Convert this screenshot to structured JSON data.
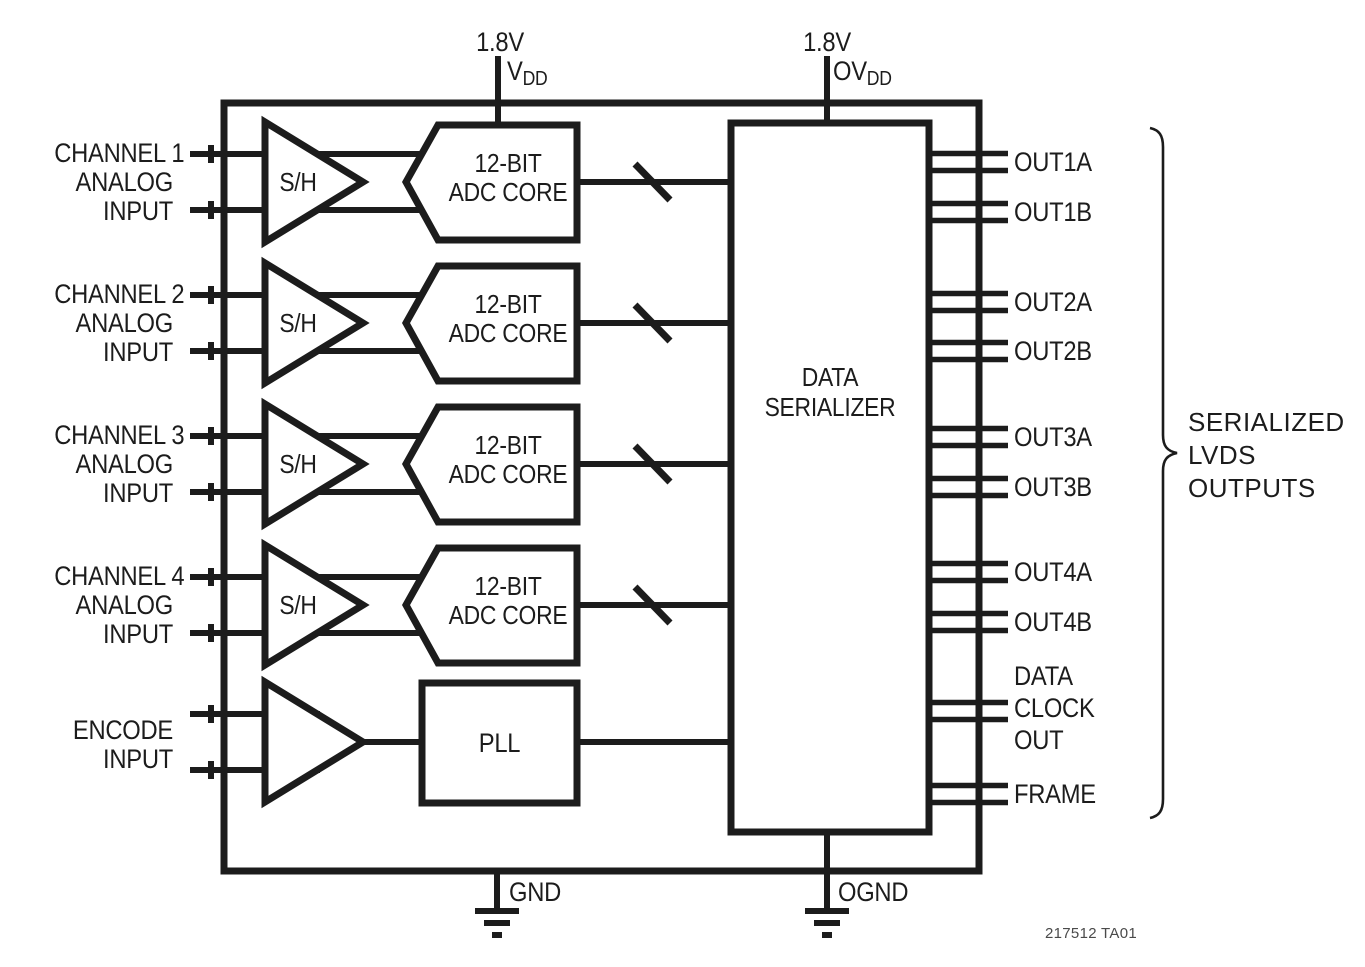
{
  "power": {
    "vdd": {
      "voltage": "1.8V",
      "name": "V",
      "sub": "DD"
    },
    "ovdd": {
      "voltage": "1.8V",
      "name": "OV",
      "sub": "DD"
    }
  },
  "grounds": {
    "gnd": "GND",
    "ognd": "OGND"
  },
  "channels": [
    {
      "label": [
        "CHANNEL 1",
        "ANALOG",
        "INPUT"
      ],
      "amp": "S/H",
      "adc": [
        "12-BIT",
        "ADC CORE"
      ]
    },
    {
      "label": [
        "CHANNEL 2",
        "ANALOG",
        "INPUT"
      ],
      "amp": "S/H",
      "adc": [
        "12-BIT",
        "ADC CORE"
      ]
    },
    {
      "label": [
        "CHANNEL 3",
        "ANALOG",
        "INPUT"
      ],
      "amp": "S/H",
      "adc": [
        "12-BIT",
        "ADC CORE"
      ]
    },
    {
      "label": [
        "CHANNEL 4",
        "ANALOG",
        "INPUT"
      ],
      "amp": "S/H",
      "adc": [
        "12-BIT",
        "ADC CORE"
      ]
    }
  ],
  "encode": {
    "label": [
      "ENCODE",
      "INPUT"
    ],
    "pll": "PLL"
  },
  "serializer": {
    "label": [
      "DATA",
      "SERIALIZER"
    ]
  },
  "outputs": {
    "pairs": [
      "OUT1A",
      "OUT1B",
      "OUT2A",
      "OUT2B",
      "OUT3A",
      "OUT3B",
      "OUT4A",
      "OUT4B"
    ],
    "clock": [
      "DATA",
      "CLOCK",
      "OUT"
    ],
    "frame": "FRAME",
    "group_label": [
      "SERIALIZED",
      "LVDS",
      "OUTPUTS"
    ]
  },
  "caption": "217512 TA01",
  "colors": {
    "line": "#1c1c1c",
    "caption": "#4a4a4a"
  }
}
